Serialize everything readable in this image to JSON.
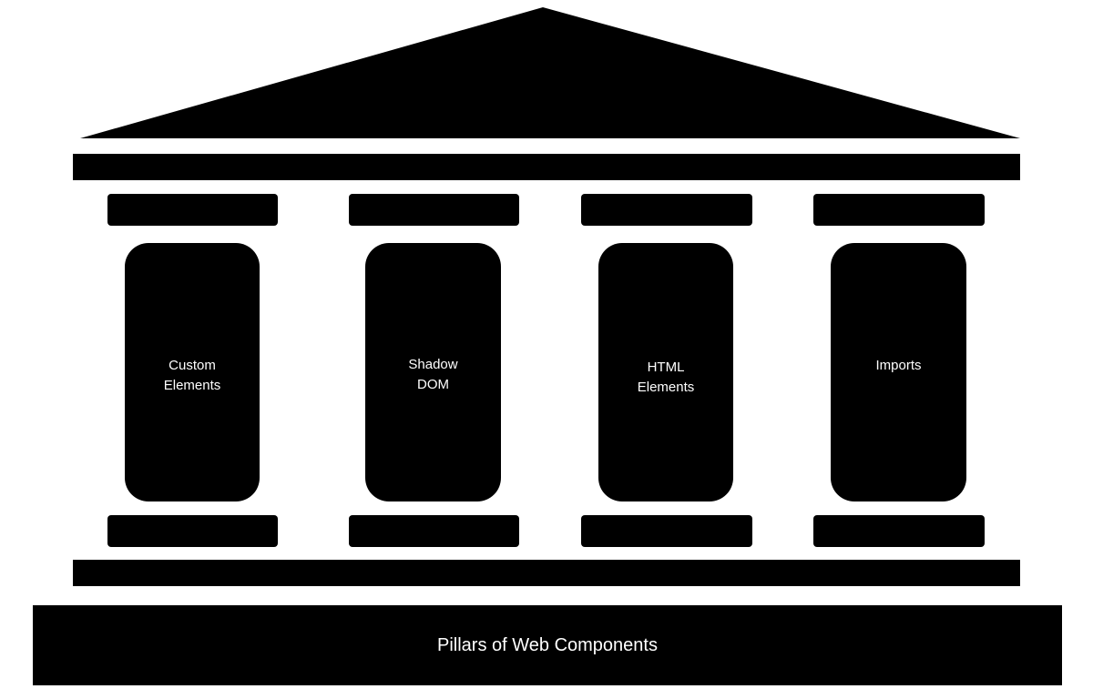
{
  "colors": {
    "fill": "#000000",
    "text": "#ffffff",
    "background": "#ffffff"
  },
  "pillars": [
    {
      "label": "Custom\nElements"
    },
    {
      "label": "Shadow\nDOM"
    },
    {
      "label": "HTML\nElements"
    },
    {
      "label": "Imports"
    }
  ],
  "foundation": {
    "label": "Pillars of Web Components"
  }
}
